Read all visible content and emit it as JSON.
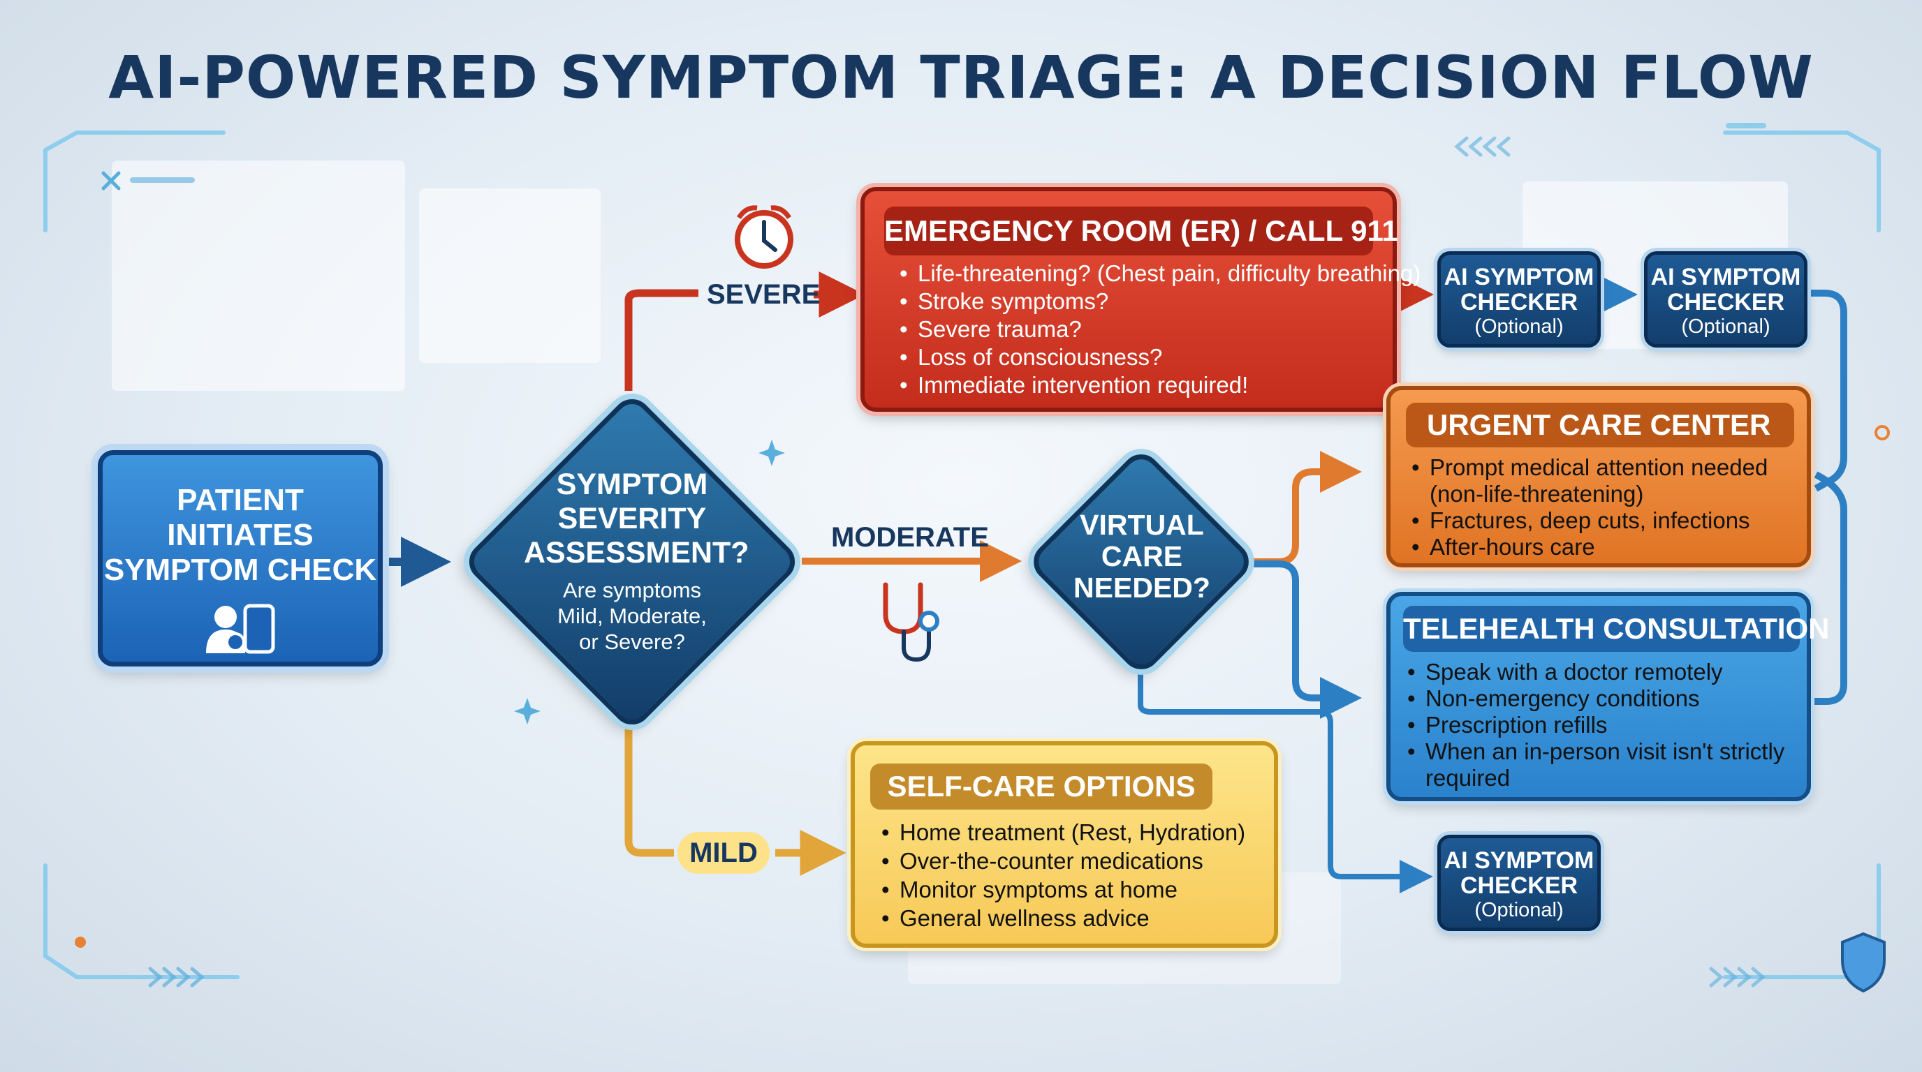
{
  "title": "AI-POWERED SYMPTOM TRIAGE: A DECISION FLOW",
  "colors": {
    "navy": "#17375e",
    "severe_red": "#d23b27",
    "moderate_orange": "#e98134",
    "mild_yellow": "#f7c957",
    "telehealth_blue": "#2f8bd2",
    "start_blue": "#2a78c9"
  },
  "start": {
    "label": "PATIENT INITIATES SYMPTOM CHECK",
    "icon": "user-phone-icon"
  },
  "assessment": {
    "title": "SYMPTOM SEVERITY ASSESSMENT?",
    "subtitle_lines": [
      "Are symptoms",
      "Mild, Moderate,",
      "or Severe?"
    ]
  },
  "branches": {
    "severe": "SEVERE",
    "moderate": "MODERATE",
    "mild": "MILD"
  },
  "virtual_care": {
    "lines": [
      "VIRTUAL",
      "CARE",
      "NEEDED?"
    ]
  },
  "er": {
    "title": "EMERGENCY ROOM (ER) / CALL 911",
    "items": [
      "Life-threatening? (Chest pain, difficulty breathing)",
      "Stroke symptoms?",
      "Severe trauma?",
      "Loss of consciousness?",
      "Immediate intervention required!"
    ]
  },
  "urgent": {
    "title": "URGENT CARE CENTER",
    "items": [
      "Prompt medical attention needed",
      "(non-life-threatening)",
      "Fractures, deep cuts, infections",
      "After-hours care"
    ]
  },
  "telehealth": {
    "title": "TELEHEALTH CONSULTATION",
    "items": [
      "Speak with a doctor remotely",
      "Non-emergency conditions",
      "Prescription refills",
      "When an in-person visit isn't strictly",
      "required"
    ]
  },
  "selfcare": {
    "title": "SELF-CARE OPTIONS",
    "items": [
      "Home treatment (Rest, Hydration)",
      "Over-the-counter medications",
      "Monitor symptoms at home",
      "General wellness advice"
    ]
  },
  "ai_checker": {
    "line1": "AI SYMPTOM",
    "line2": "CHECKER",
    "note": "(Optional)"
  }
}
